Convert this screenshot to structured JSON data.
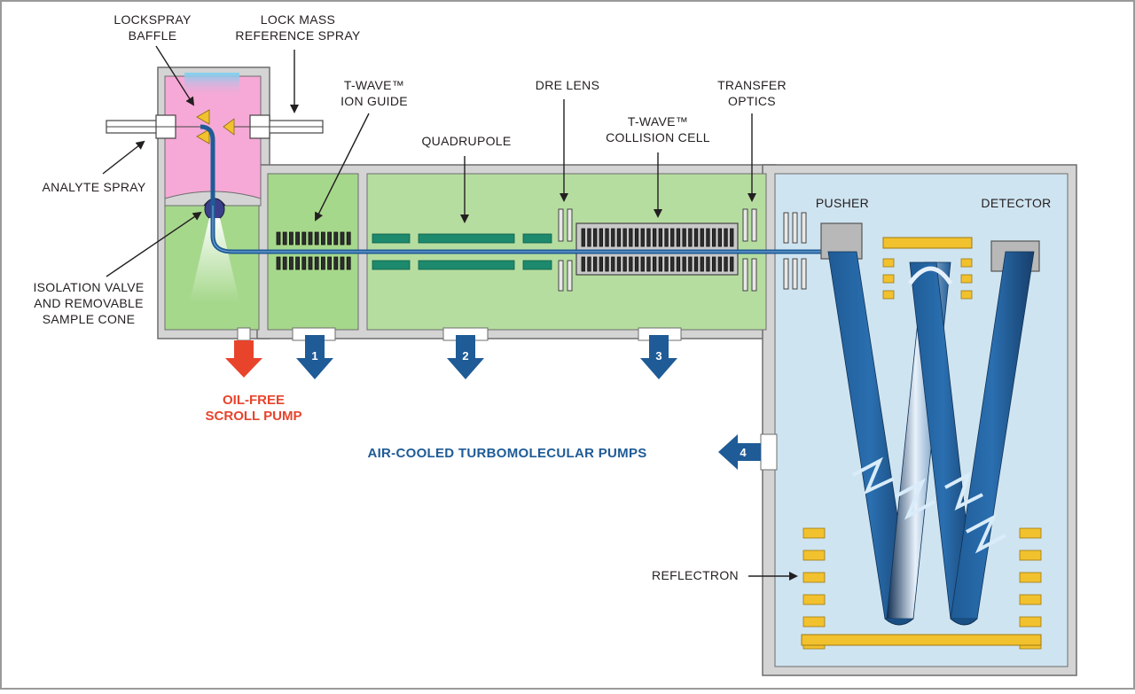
{
  "labels": {
    "lockspray_baffle": [
      "LOCKSPRAY",
      "BAFFLE"
    ],
    "lock_mass_reference_spray": [
      "LOCK MASS",
      "REFERENCE SPRAY"
    ],
    "analyte_spray": "ANALYTE SPRAY",
    "isolation_valve": [
      "ISOLATION VALVE",
      "AND REMOVABLE",
      "SAMPLE CONE"
    ],
    "twave_ion_guide": [
      "T-WAVE™",
      "ION GUIDE"
    ],
    "quadrupole": "QUADRUPOLE",
    "dre_lens": "DRE LENS",
    "twave_collision_cell": [
      "T-WAVE™",
      "COLLISION CELL"
    ],
    "transfer_optics": [
      "TRANSFER",
      "OPTICS"
    ],
    "pusher": "PUSHER",
    "detector": "DETECTOR",
    "reflectron": "REFLECTRON",
    "oil_free_scroll_pump": [
      "OIL-FREE",
      "SCROLL PUMP"
    ],
    "air_cooled_turbomolecular_pumps": "AIR-COOLED TURBOMOLECULAR PUMPS"
  },
  "pump_numbers": [
    "1",
    "2",
    "3",
    "4"
  ],
  "colors": {
    "source_pink": "#f6a9d6",
    "vacuum_green": "#a6d88c",
    "quad_region_green": "#b6dda0",
    "tof_blue": "#cfe4f1",
    "ion_path_blue": "#1f5b96",
    "electrode_teal": "#1d8a6e",
    "reflectron_gold": "#f2c12e",
    "scroll_pump_red": "#e8442c",
    "turbo_pump_blue": "#1f5b96",
    "housing_gray": "#d4d4d4"
  }
}
